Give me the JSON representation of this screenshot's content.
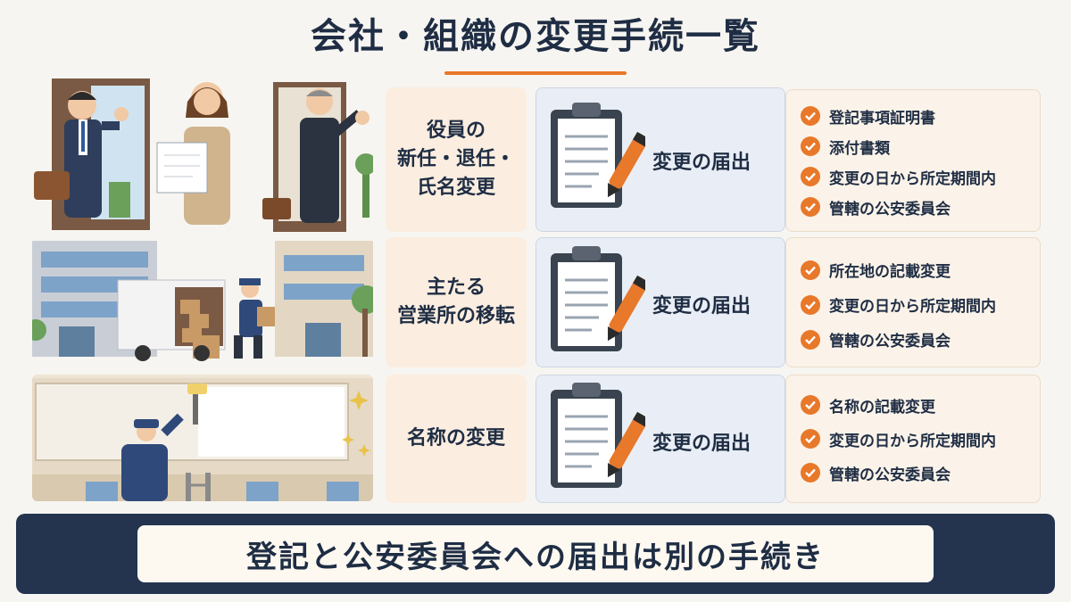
{
  "header": {
    "title": "会社・組織の変更手続一覧"
  },
  "rows": [
    {
      "label": "役員の\n新任・退任・\n氏名変更",
      "procedure": "変更の届出",
      "requirements": [
        "登記事項証明書",
        "添付書類",
        "変更の日から所定期間内",
        "管轄の公安委員会"
      ]
    },
    {
      "label": "主たる\n営業所の移転",
      "procedure": "変更の届出",
      "requirements": [
        "所在地の記載変更",
        "変更の日から所定期間内",
        "管轄の公安委員会"
      ]
    },
    {
      "label": "名称の変更",
      "procedure": "変更の届出",
      "requirements": [
        "名称の記載変更",
        "変更の日から所定期間内",
        "管轄の公安委員会"
      ]
    }
  ],
  "footer": {
    "text": "登記と公安委員会への届出は別の手続き"
  },
  "colors": {
    "accent": "#e8782a",
    "navy": "#24344f",
    "text": "#1f2d44"
  }
}
